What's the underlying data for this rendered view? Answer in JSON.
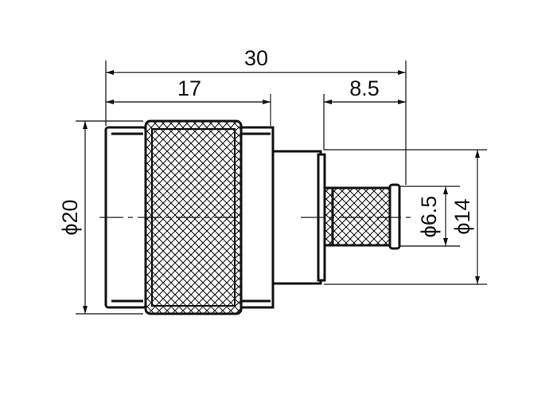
{
  "drawing": {
    "dimensions": {
      "overall_length": "30",
      "body_length": "17",
      "pin_length": "8.5",
      "outer_diameter": "ϕ20",
      "flange_diameter": "ϕ14",
      "pin_diameter": "ϕ6.5"
    },
    "colors": {
      "line": "#111111",
      "background": "#ffffff"
    }
  }
}
